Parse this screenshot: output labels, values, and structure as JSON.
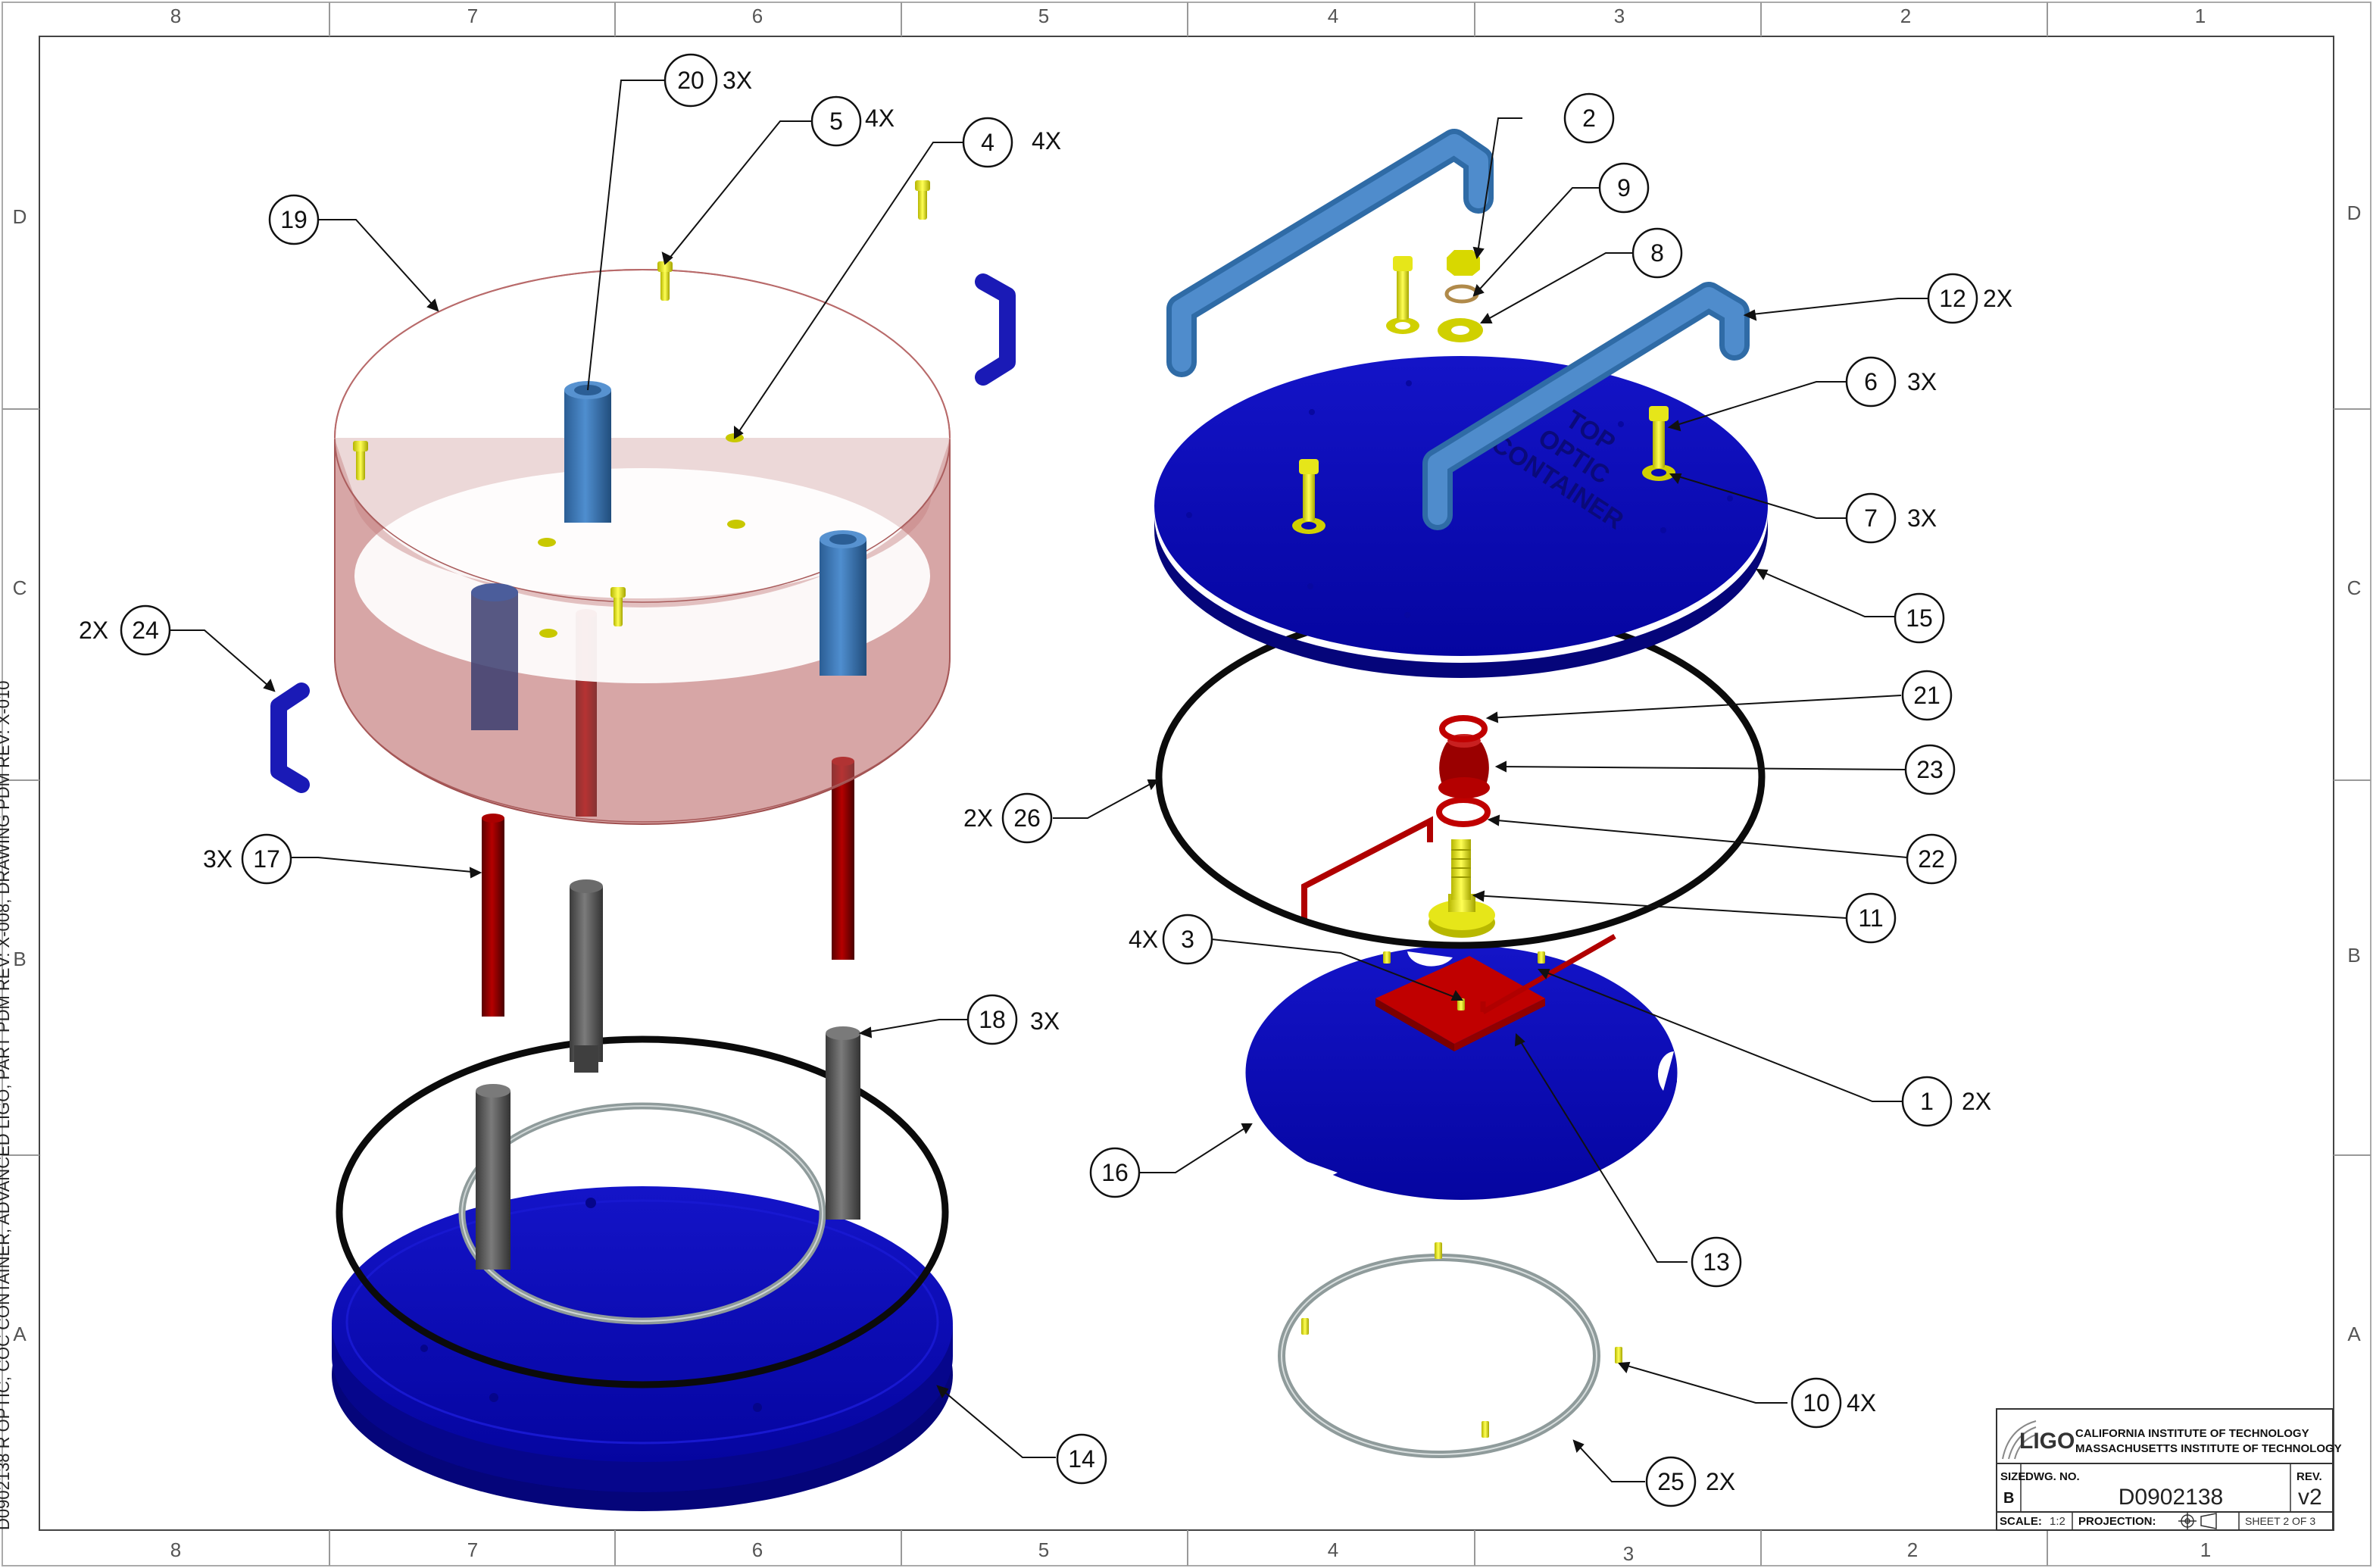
{
  "document": {
    "side_note": "D0902138 R OPTIC, COC CONTAINER, ADVANCED LIGO, PART PDM REV: X-008, DRAWING PDM REV: X-010"
  },
  "zones": {
    "columns": [
      "8",
      "7",
      "6",
      "5",
      "4",
      "3",
      "2",
      "1"
    ],
    "rows": [
      "D",
      "C",
      "B",
      "A"
    ]
  },
  "engraving": [
    "TOP",
    "OPTIC",
    "CONTAINER"
  ],
  "callouts": [
    {
      "id": "c20",
      "number": "20",
      "qty": "3X"
    },
    {
      "id": "c5",
      "number": "5",
      "qty": "4X"
    },
    {
      "id": "c4",
      "number": "4",
      "qty": "4X"
    },
    {
      "id": "c19",
      "number": "19",
      "qty": ""
    },
    {
      "id": "c24",
      "number": "24",
      "qty": "2X"
    },
    {
      "id": "c17",
      "number": "17",
      "qty": "3X"
    },
    {
      "id": "c18",
      "number": "18",
      "qty": "3X"
    },
    {
      "id": "c14",
      "number": "14",
      "qty": ""
    },
    {
      "id": "c2",
      "number": "2",
      "qty": ""
    },
    {
      "id": "c9",
      "number": "9",
      "qty": ""
    },
    {
      "id": "c8",
      "number": "8",
      "qty": ""
    },
    {
      "id": "c12",
      "number": "12",
      "qty": "2X"
    },
    {
      "id": "c6",
      "number": "6",
      "qty": "3X"
    },
    {
      "id": "c7",
      "number": "7",
      "qty": "3X"
    },
    {
      "id": "c15",
      "number": "15",
      "qty": ""
    },
    {
      "id": "c21",
      "number": "21",
      "qty": ""
    },
    {
      "id": "c23",
      "number": "23",
      "qty": ""
    },
    {
      "id": "c26",
      "number": "26",
      "qty": "2X"
    },
    {
      "id": "c22",
      "number": "22",
      "qty": ""
    },
    {
      "id": "c11",
      "number": "11",
      "qty": ""
    },
    {
      "id": "c3",
      "number": "3",
      "qty": "4X"
    },
    {
      "id": "c1",
      "number": "1",
      "qty": "2X"
    },
    {
      "id": "c16",
      "number": "16",
      "qty": ""
    },
    {
      "id": "c13",
      "number": "13",
      "qty": ""
    },
    {
      "id": "c10",
      "number": "10",
      "qty": "4X"
    },
    {
      "id": "c25",
      "number": "25",
      "qty": "2X"
    }
  ],
  "title_block": {
    "logo": "LIGO",
    "org_1": "CALIFORNIA INSTITUTE OF TECHNOLOGY",
    "org_2": "MASSACHUSETTS INSTITUTE OF TECHNOLOGY",
    "size_label": "SIZE",
    "size_value": "B",
    "dwg_label": "DWG.  NO.",
    "dwg_value": "D0902138",
    "rev_label": "REV.",
    "rev_value": "v2",
    "scale_label": "SCALE:",
    "scale_value": "1:2",
    "projection_label": "PROJECTION:",
    "sheet": "SHEET 2 OF 3"
  },
  "colors": {
    "plate": "#0a0ab4",
    "plate_dark": "#06067a",
    "handle": "#3f7fc2",
    "rod_red": "#8f0000",
    "rod_gray": "#585858",
    "hardware": "#e6e619",
    "ring_pink": "#c97f7f",
    "ring_gray": "#8f9b9b",
    "bracket": "#b00000"
  }
}
